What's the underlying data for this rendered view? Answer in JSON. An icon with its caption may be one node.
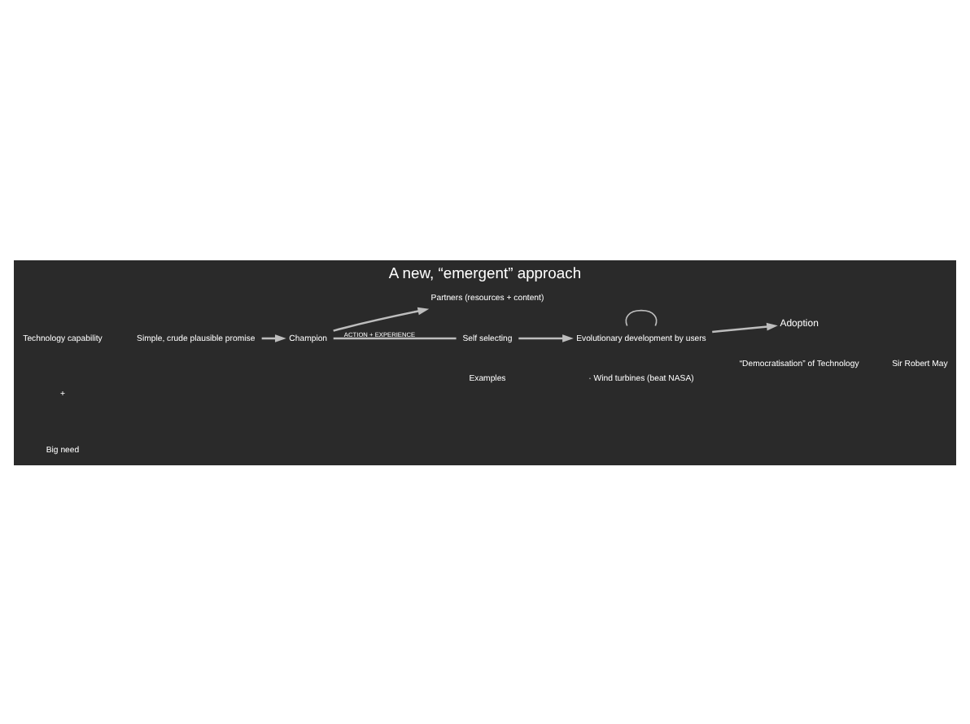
{
  "diagram": {
    "title": "A new, “emergent” approach",
    "nodes": [
      {
        "text": [
          "Simple, crude plausible promise"
        ]
      },
      {
        "text": [
          "Champion"
        ]
      },
      {
        "text": [
          "Partners (resources + content)"
        ]
      },
      {
        "text": [
          "Self selecting"
        ]
      },
      {
        "text": [
          "Evolutionary development by users"
        ]
      },
      {
        "text": [
          "Adoption"
        ]
      }
    ],
    "edges": [
      {
        "from": 0,
        "to": 1,
        "arrow": "to"
      },
      {
        "from": 1,
        "to": 2,
        "arrow": "to"
      },
      {
        "from": 1,
        "to": 3,
        "arrow": "none",
        "label": "ACTION + EXPERIENCE"
      },
      {
        "from": 3,
        "to": 4,
        "arrow": "to"
      },
      {
        "from": 4,
        "to": 4,
        "arrow": "none"
      },
      {
        "from": 4,
        "to": 5,
        "arrow": "to"
      }
    ],
    "labels": [
      "Technology capability",
      "+",
      "Big need",
      "Examples",
      "· Wind turbines (beat NASA)",
      "“Democratisation” of Technology",
      "Sir Robert May"
    ]
  }
}
